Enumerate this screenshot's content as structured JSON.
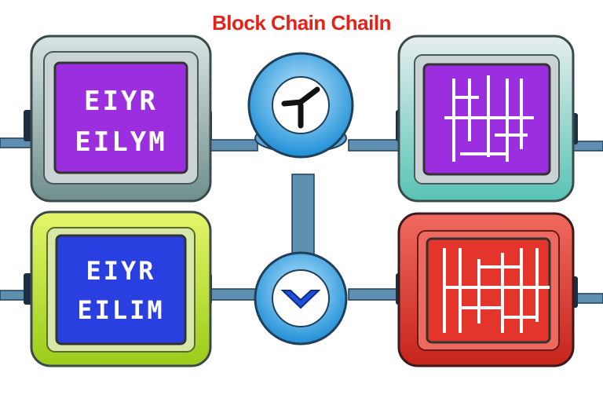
{
  "title": "Block Chain Chailn",
  "blocks": [
    {
      "id": "top-left",
      "lines": [
        "EIYR",
        "EILYM"
      ],
      "frame_color": "#8aa9a6",
      "screen_color": "#9b2fe0"
    },
    {
      "id": "top-right",
      "lines": [],
      "frame_color": "#7fc6bd",
      "screen_color": "#9b2fe0"
    },
    {
      "id": "bottom-left",
      "lines": [
        "EIYR",
        "EILIM"
      ],
      "frame_color": "#c8e838",
      "screen_color": "#2a3fe0"
    },
    {
      "id": "bottom-right",
      "lines": [],
      "frame_color": "#e3352b",
      "screen_color": "#e3352b"
    }
  ],
  "nodes": [
    {
      "id": "top-node",
      "icon": "clock-icon",
      "color": "#4fb9ee"
    },
    {
      "id": "bottom-node",
      "icon": "down-arrow-icon",
      "color": "#4fb9ee"
    }
  ]
}
